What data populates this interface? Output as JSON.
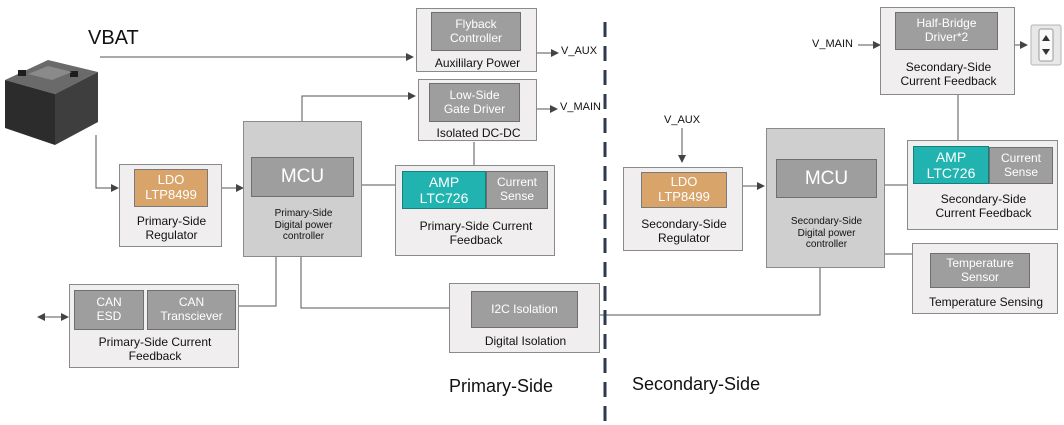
{
  "vbat_label": "VBAT",
  "flyback": {
    "inner": "Flyback\nController",
    "label": "Auxililary Power",
    "out": "V_AUX"
  },
  "lowside": {
    "inner": "Low-Side\nGate Driver",
    "label": "Isolated DC-DC",
    "out": "V_MAIN"
  },
  "halfbridge": {
    "inner": "Half-Bridge\nDriver*2",
    "label": "Secondary-Side\nCurrent Feedback",
    "in": "V_MAIN"
  },
  "primary_regulator": {
    "ldo": "LDO\nLTP8499",
    "label": "Primary-Side\nRegulator"
  },
  "primary_mcu": {
    "title": "MCU",
    "label": "Primary-Side\nDigital power\ncontroller"
  },
  "primary_feedback": {
    "amp": "AMP\nLTC726",
    "sense": "Current\nSense",
    "label": "Primary-Side Current\nFeedback"
  },
  "can": {
    "esd": "CAN\nESD",
    "transceiver": "CAN\nTransciever",
    "label": "Primary-Side Current\nFeedback"
  },
  "digital_isolation": {
    "inner": "I2C Isolation",
    "label": "Digital Isolation"
  },
  "vaux_input": "V_AUX",
  "secondary_regulator": {
    "ldo": "LDO\nLTP8499",
    "label": "Secondary-Side\nRegulator"
  },
  "secondary_mcu": {
    "title": "MCU",
    "label": "Secondary-Side\nDigital power\ncontroller"
  },
  "secondary_feedback": {
    "amp": "AMP\nLTC726",
    "sense": "Current\nSense",
    "label": "Secondary-Side\nCurrent Feedback"
  },
  "temperature": {
    "inner": "Temperature\nSensor",
    "label": "Temperature Sensing"
  },
  "primary_side_label": "Primary-Side",
  "secondary_side_label": "Secondary-Side",
  "colors": {
    "ldo": "#d9a46a",
    "amp": "#21b3b0",
    "block": "#9e9e9e",
    "panel": "#f0eeee",
    "mcu": "#cfcfcf",
    "divider": "#2e3a4f"
  }
}
